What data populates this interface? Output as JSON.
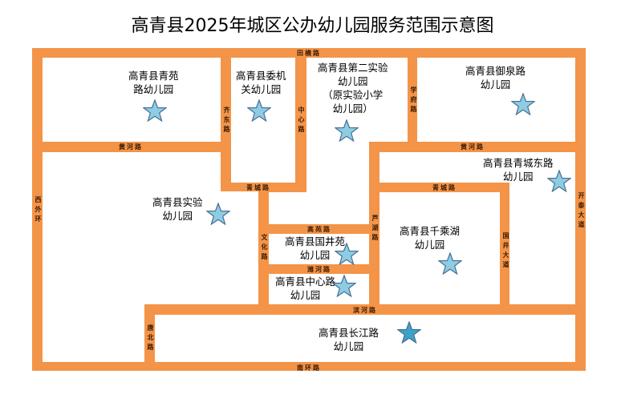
{
  "title": "高青县2025年城区公办幼儿园服务范围示意图",
  "colors": {
    "road": "#F39448",
    "star_fill": "#8DCDE3",
    "star_fill_dark": "#3BA3C8",
    "star_stroke": "#4A6E93"
  },
  "kindergartens": [
    {
      "line1": "高青县青苑",
      "line2": "路幼儿园"
    },
    {
      "line1": "高青县委机",
      "line2": "关幼儿园"
    },
    {
      "line1": "高青县第二实验",
      "line2": "幼儿园",
      "line3": "（原实验小学",
      "line4": "幼儿园）"
    },
    {
      "line1": "高青县御泉路",
      "line2": "幼儿园"
    },
    {
      "line1": "高青县青城东路",
      "line2": "幼儿园"
    },
    {
      "line1": "高青县实验",
      "line2": "幼儿园"
    },
    {
      "line1": "高青县国井苑",
      "line2": "幼儿园"
    },
    {
      "line1": "高青县中心路",
      "line2": "幼儿园"
    },
    {
      "line1": "高青县千乘湖",
      "line2": "幼儿园"
    },
    {
      "line1": "高青县长江路",
      "line2": "幼儿园"
    }
  ],
  "roads": {
    "tianheng": "田横路",
    "qidong": "齐东路",
    "zhongxin": "中心路",
    "xuefu": "学府路",
    "huanghe_left": "黄河路",
    "huanghe_right": "黄河路",
    "qingcheng_left": "青城路",
    "qingcheng_right": "青城路",
    "xiwaihuan": "西外环",
    "kaitai": "开泰大道",
    "wenhua": "文化路",
    "gaoyuan": "高苑路",
    "weihe": "潍河路",
    "luhu": "芦湖路",
    "guojing": "国井大道",
    "binhe": "滨河路",
    "tangbei": "唐北路",
    "nanhuan": "南环路"
  }
}
